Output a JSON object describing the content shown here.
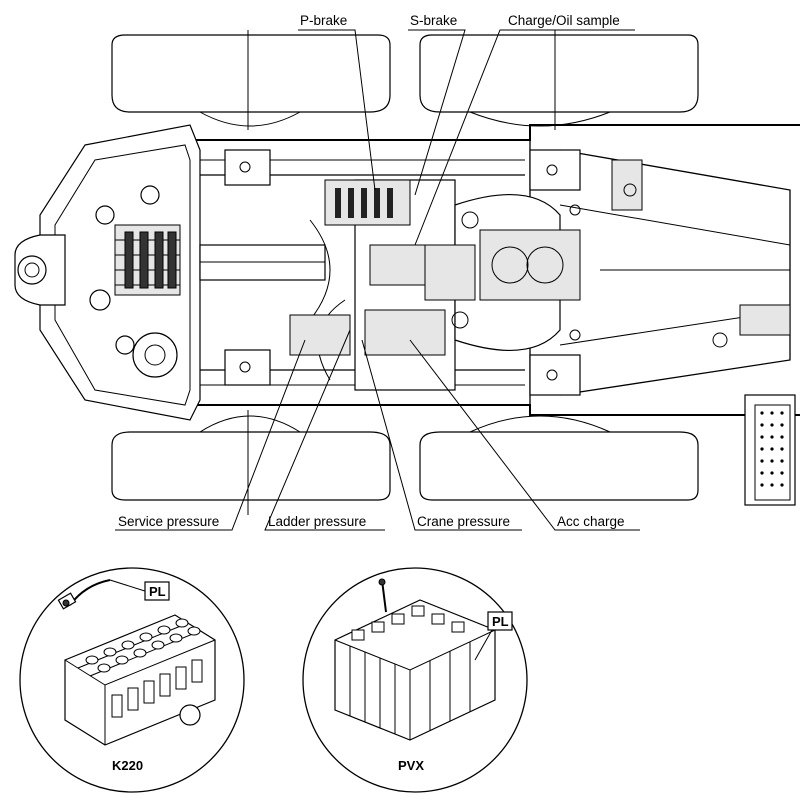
{
  "callouts": {
    "p_brake": "P-brake",
    "s_brake": "S-brake",
    "charge_oil_sample": "Charge/Oil sample",
    "service_pressure": "Service pressure",
    "ladder_pressure": "Ladder pressure",
    "crane_pressure": "Crane pressure",
    "acc_charge": "Acc charge"
  },
  "details": {
    "k220": {
      "caption": "K220",
      "tag": "PL"
    },
    "pvx": {
      "caption": "PVX",
      "tag": "PL"
    }
  }
}
